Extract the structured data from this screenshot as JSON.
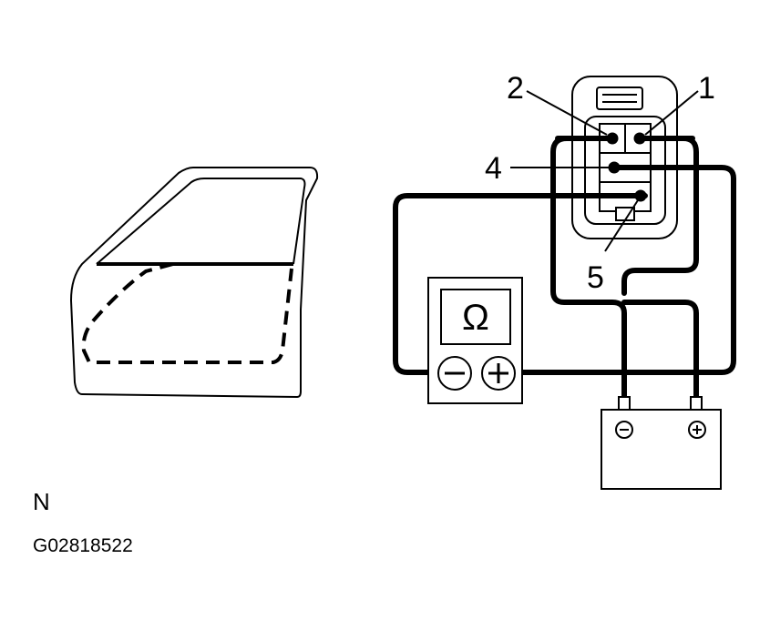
{
  "diagram": {
    "pins": [
      {
        "label": "2"
      },
      {
        "label": "1"
      },
      {
        "label": "4"
      },
      {
        "label": "5"
      }
    ],
    "meter": {
      "symbol": "Ω",
      "icons": [
        "minus-terminal-icon",
        "plus-terminal-icon"
      ]
    },
    "battery": {
      "icons": [
        "minus-terminal-icon",
        "plus-terminal-icon"
      ]
    },
    "corner_letter": "N",
    "figure_code": "G02818522",
    "colors": {
      "ink": "#000000",
      "paper": "#ffffff"
    }
  }
}
